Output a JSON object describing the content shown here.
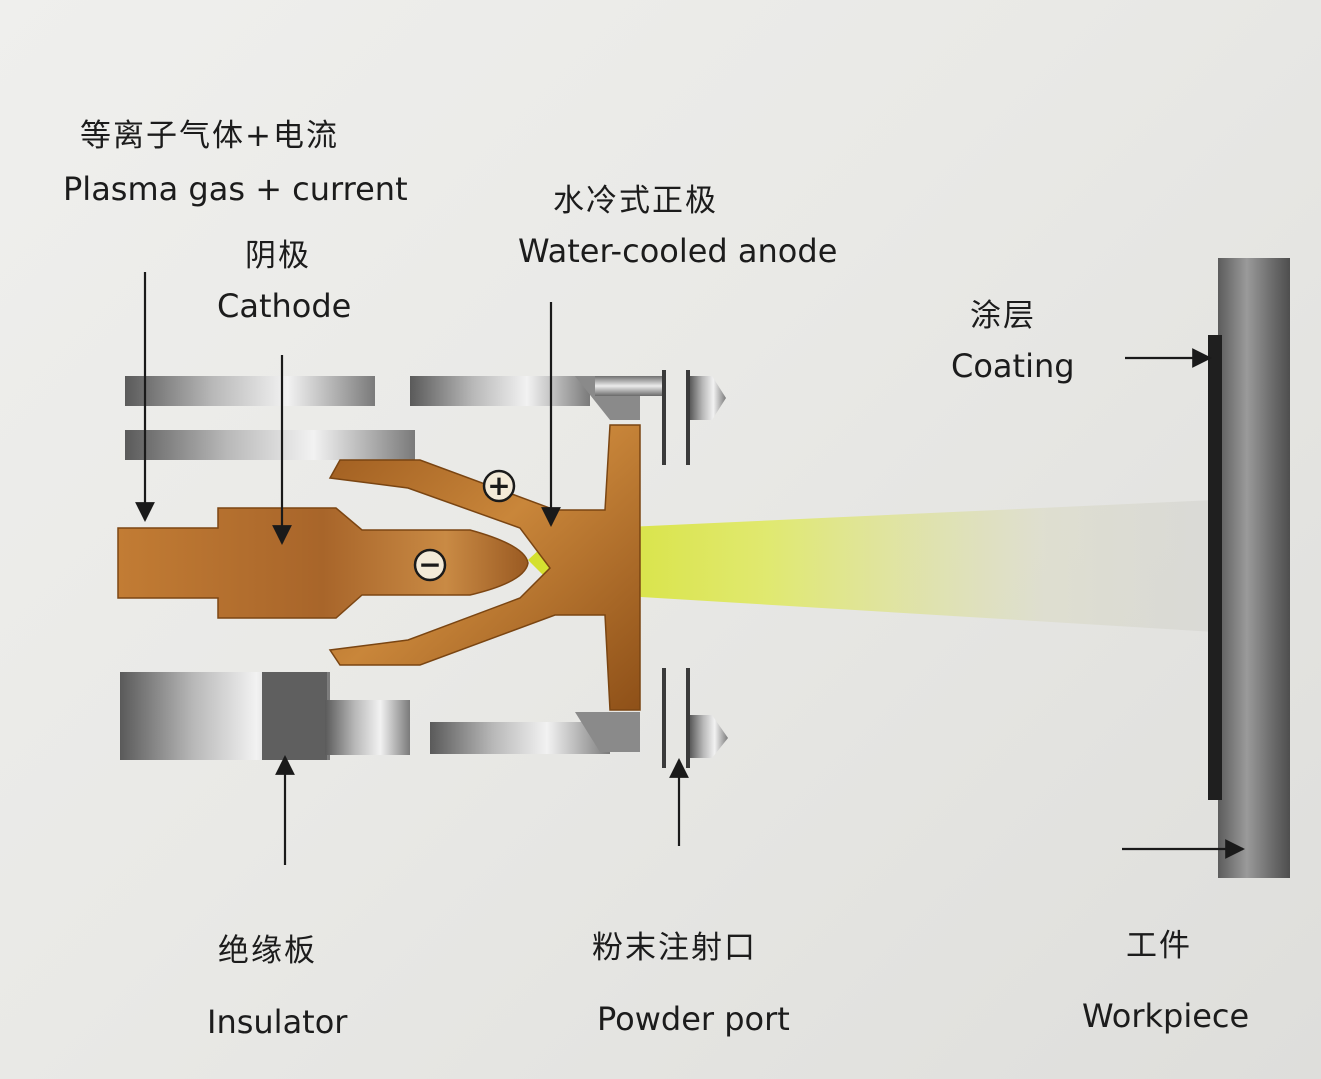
{
  "labels": {
    "plasma_gas": {
      "zh": "等离子气体+电流",
      "en": "Plasma gas + current"
    },
    "cathode": {
      "zh": "阴极",
      "en": "Cathode"
    },
    "anode": {
      "zh": "水冷式正极",
      "en": "Water-cooled anode"
    },
    "coating": {
      "zh": "涂层",
      "en": "Coating"
    },
    "insulator": {
      "zh": "绝缘板",
      "en": "Insulator"
    },
    "powder_port": {
      "zh": "粉末注射口",
      "en": "Powder port"
    },
    "workpiece": {
      "zh": "工件",
      "en": "Workpiece"
    }
  },
  "symbols": {
    "plus": "+",
    "minus": "−"
  },
  "colors": {
    "copper": "#b5722a",
    "copper_dark": "#8a4f16",
    "plasma_yellow": "#dde84a",
    "metal_dark": "#555555",
    "workpiece": "#6a6a6a",
    "coating": "#222222",
    "arrow": "#1a1a1a"
  }
}
